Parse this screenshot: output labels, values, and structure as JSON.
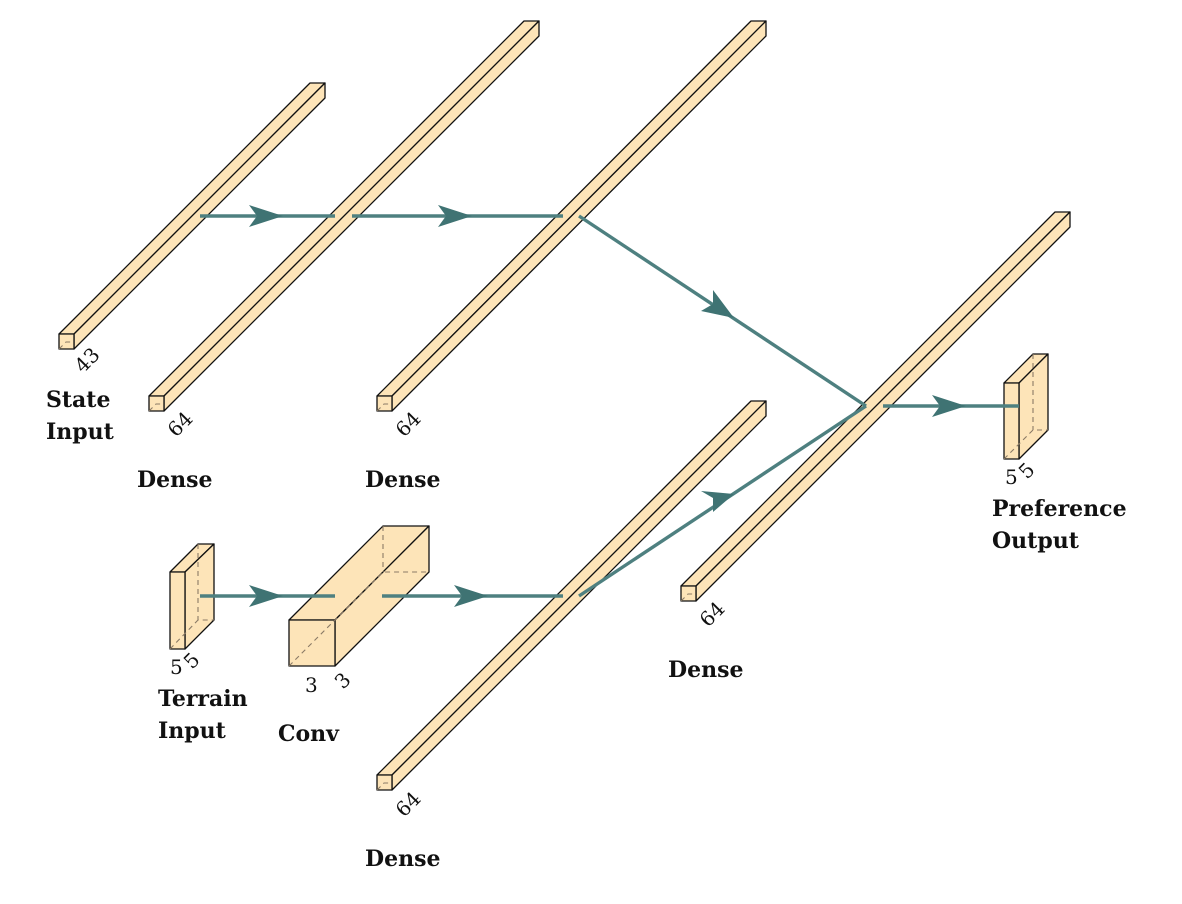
{
  "layers": {
    "state_input": {
      "label_line1": "State",
      "label_line2": "Input",
      "dim_depth": "43"
    },
    "dense_1": {
      "label": "Dense",
      "dim_depth": "64"
    },
    "dense_2": {
      "label": "Dense",
      "dim_depth": "64"
    },
    "terrain_input": {
      "label_line1": "Terrain",
      "label_line2": "Input",
      "dim_height": "5",
      "dim_depth": "5"
    },
    "conv": {
      "label": "Conv",
      "dim_width": "3",
      "dim_depth": "3"
    },
    "dense_3": {
      "label": "Dense",
      "dim_depth": "64"
    },
    "dense_merge": {
      "label": "Dense",
      "dim_depth": "64"
    },
    "preference_output": {
      "label_line1": "Preference",
      "label_line2": "Output",
      "dim_height": "5",
      "dim_depth": "5"
    }
  },
  "colors": {
    "block_fill": "#fde4b8",
    "connection": "#4e8080",
    "outline": "#111111"
  }
}
